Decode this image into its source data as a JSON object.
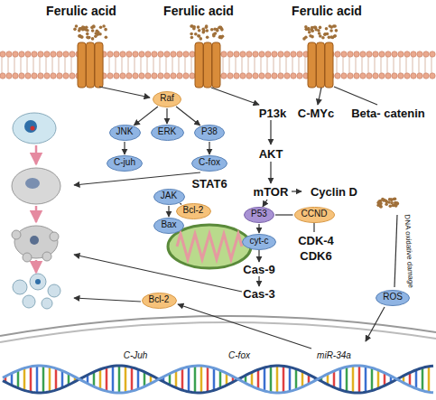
{
  "diagram": {
    "nodes": [
      {
        "text": [
          "Raf"
        ]
      },
      {
        "text": [
          "JNK"
        ]
      },
      {
        "text": [
          "ERK"
        ]
      },
      {
        "text": [
          "P38"
        ]
      },
      {
        "text": [
          "C-juh"
        ]
      },
      {
        "text": [
          "C-fox"
        ]
      },
      {
        "text": [
          "JAK"
        ]
      },
      {
        "text": [
          "Bcl-2"
        ]
      },
      {
        "text": [
          "Bax"
        ]
      },
      {
        "text": [
          "P53"
        ]
      },
      {
        "text": [
          "cyt-c"
        ]
      },
      {
        "text": [
          "CCND"
        ]
      },
      {
        "text": [
          "Bcl-2"
        ]
      },
      {
        "text": [
          "ROS"
        ]
      }
    ],
    "edges": [
      {
        "from": 0,
        "to": 1,
        "arrow": "to"
      },
      {
        "from": 0,
        "to": 2,
        "arrow": "to"
      },
      {
        "from": 0,
        "to": 3,
        "arrow": "to"
      },
      {
        "from": 1,
        "to": 4,
        "arrow": "to"
      },
      {
        "from": 3,
        "to": 5,
        "arrow": "to"
      },
      {
        "from": 6,
        "to": 7,
        "arrow": "none"
      },
      {
        "from": 6,
        "to": 8,
        "arrow": "to"
      },
      {
        "from": 9,
        "to": 10,
        "arrow": "to"
      },
      {
        "from": 9,
        "to": 11,
        "arrow": "none"
      }
    ],
    "labels": [
      "Ferulic acid",
      "Ferulic acid",
      "Ferulic acid",
      "P13k",
      "C-MYc",
      "Beta- catenin",
      "STAT6",
      "AKT",
      "mTOR",
      "Cyclin D",
      "CDK-4",
      "CDK6",
      "Cas-9",
      "Cas-3",
      "DNA oxidative damage",
      "C-Juh",
      "C-fox",
      "miR-34a"
    ]
  }
}
